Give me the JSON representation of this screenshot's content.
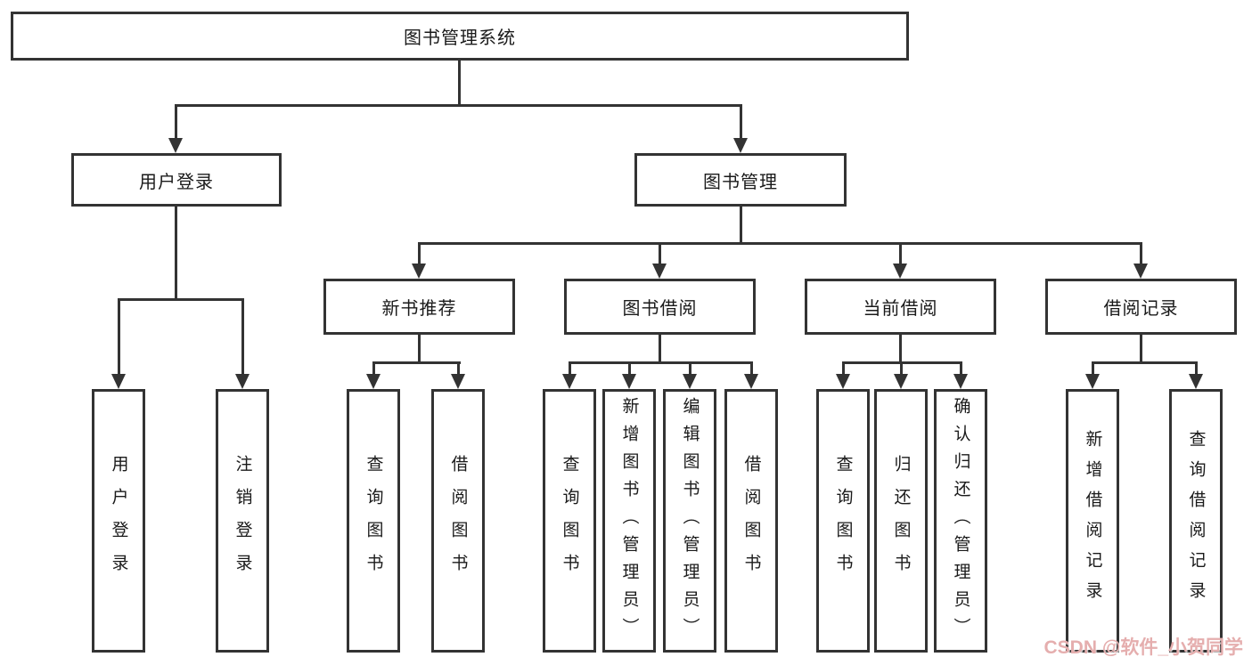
{
  "diagram": {
    "root": "图书管理系统",
    "level2": {
      "user_login": "用户登录",
      "book_mgmt": "图书管理"
    },
    "level3": {
      "new_book": "新书推荐",
      "borrow": "图书借阅",
      "current": "当前借阅",
      "records": "借阅记录"
    },
    "leaves": {
      "login": [
        "用户登录",
        "注销登录"
      ],
      "new_book": [
        "查询图书",
        "借阅图书"
      ],
      "borrow": [
        "查询图书",
        "新增图书（管理员）",
        "编辑图书（管理员）",
        "借阅图书"
      ],
      "current": [
        "查询图书",
        "归还图书",
        "确认归还（管理员）"
      ],
      "records": [
        "新增借阅记录",
        "查询借阅记录"
      ]
    }
  },
  "watermark": {
    "text": "CSDN @软件_小贺同学",
    "color": "#e5aeae"
  },
  "colors": {
    "line": "#333333",
    "box_border": "#333333",
    "background": "#ffffff",
    "text": "#1a1a1a"
  }
}
